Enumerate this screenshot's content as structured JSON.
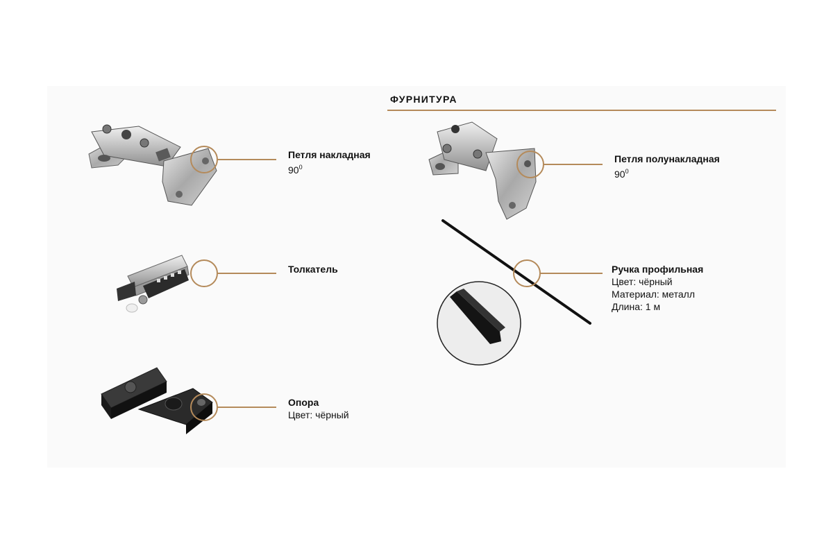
{
  "section": {
    "title": "ФУРНИТУРА"
  },
  "items": [
    {
      "name": "Петля накладная",
      "detail_base": "90",
      "detail_sup": "0",
      "image": "overlay-hinge-photo"
    },
    {
      "name": "Толкатель",
      "image": "push-latch-photo"
    },
    {
      "name": "Опора",
      "detail": "Цвет: чёрный",
      "image": "support-foot-photo"
    },
    {
      "name": "Петля полунакладная",
      "detail_base": "90",
      "detail_sup": "0",
      "image": "half-overlay-hinge-photo"
    },
    {
      "name": "Ручка профильная",
      "details": [
        "Цвет: чёрный",
        "Материал: металл",
        "Длина: 1 м"
      ],
      "image": "profile-handle-photo"
    }
  ],
  "colors": {
    "accent": "#b48a5a",
    "text": "#111111",
    "sheet": "#fafafa"
  }
}
